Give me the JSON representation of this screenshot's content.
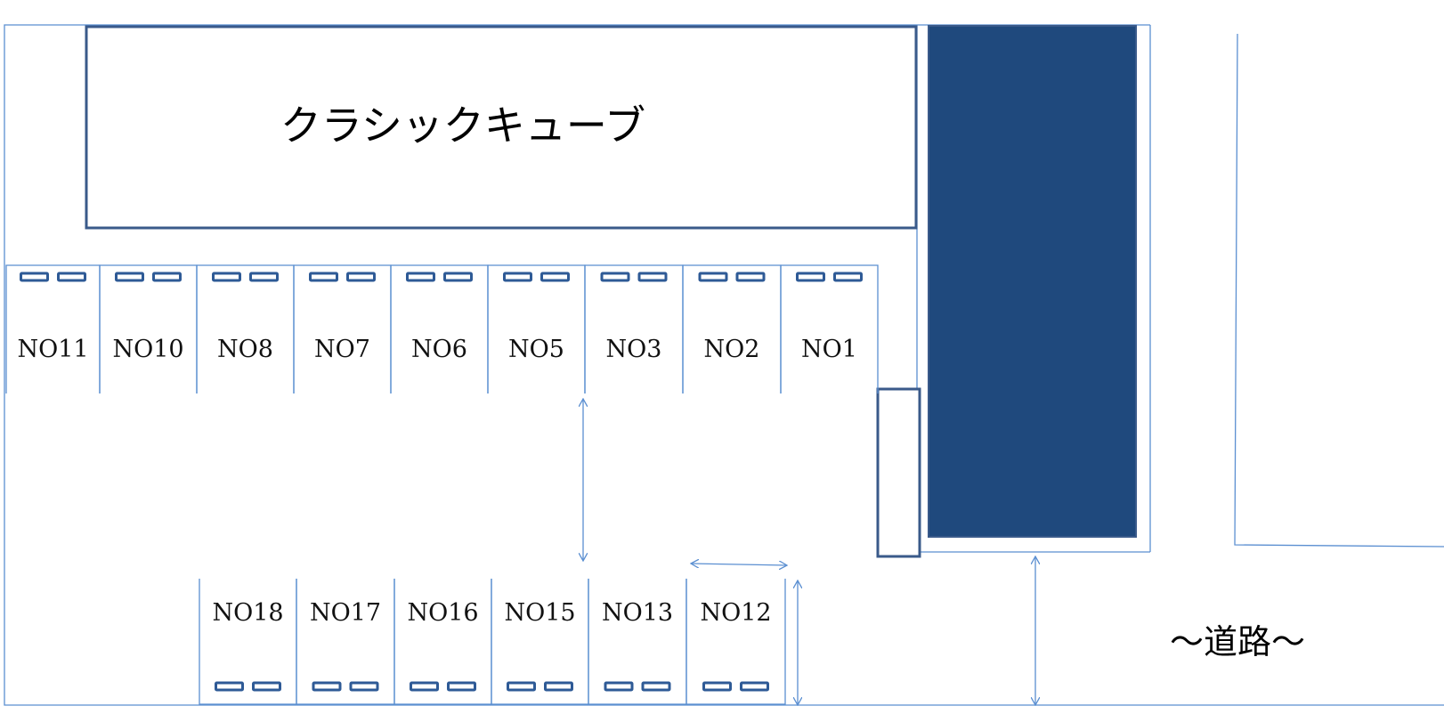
{
  "building": {
    "name": "クラシックキューブ"
  },
  "road": {
    "label": "～道路～"
  },
  "parking": {
    "top_row": [
      "NO11",
      "NO10",
      "NO8",
      "NO7",
      "NO6",
      "NO5",
      "NO3",
      "NO2",
      "NO1"
    ],
    "bottom_row": [
      "NO18",
      "NO17",
      "NO16",
      "NO15",
      "NO13",
      "NO12"
    ]
  },
  "colors": {
    "outline": "#5b8fd1",
    "building_border": "#3a5a8a",
    "dark_block": "#1f497d",
    "stopper": "#2e5a96"
  }
}
